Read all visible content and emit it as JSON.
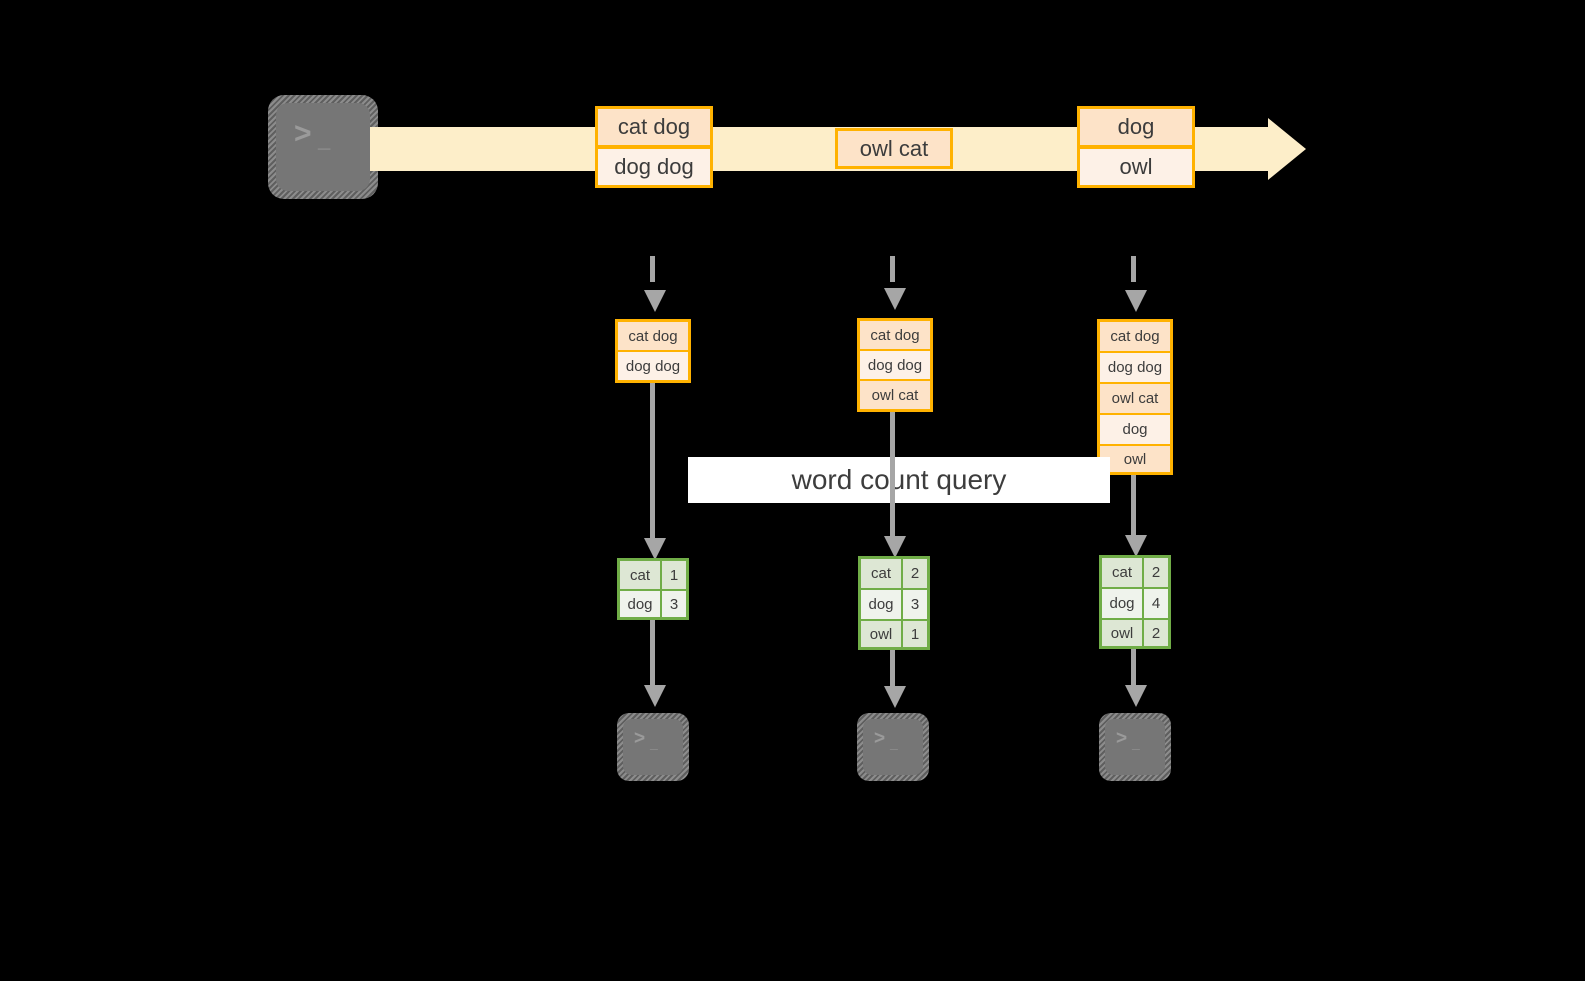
{
  "diagram": {
    "title_label": "word count query",
    "colors": {
      "background": "#000000",
      "stream_fill": "#fdeec9",
      "record_border": "#ffb200",
      "record_fill_dark": "#fde3c8",
      "record_fill_light": "#fdf1e7",
      "table_border": "#70ad47",
      "table_fill_dark": "#dde7d4",
      "table_fill_light": "#eff3ec",
      "connector": "#a6a6a6",
      "terminal_fill": "#767676",
      "label_band": "#ffffff"
    }
  },
  "source_terminal": {
    "icon": "terminal-icon",
    "prompt": ">",
    "cursor": "_"
  },
  "stream": {
    "icon": "stream-arrow-icon",
    "groups": [
      {
        "id": "group-1",
        "records": [
          {
            "text": "cat dog",
            "shade": "dark"
          },
          {
            "text": "dog dog",
            "shade": "light"
          }
        ]
      },
      {
        "id": "group-2",
        "records": [
          {
            "text": "owl cat",
            "shade": "dark"
          }
        ]
      },
      {
        "id": "group-3",
        "records": [
          {
            "text": "dog",
            "shade": "dark"
          },
          {
            "text": "owl",
            "shade": "light"
          }
        ]
      }
    ]
  },
  "snapshots": [
    {
      "id": "snapshot-1",
      "rows": [
        {
          "text": "cat dog",
          "shade": "dark"
        },
        {
          "text": "dog dog",
          "shade": "light"
        }
      ]
    },
    {
      "id": "snapshot-2",
      "rows": [
        {
          "text": "cat dog",
          "shade": "dark"
        },
        {
          "text": "dog dog",
          "shade": "light"
        },
        {
          "text": "owl cat",
          "shade": "dark"
        }
      ]
    },
    {
      "id": "snapshot-3",
      "rows": [
        {
          "text": "cat dog",
          "shade": "dark"
        },
        {
          "text": "dog dog",
          "shade": "light"
        },
        {
          "text": "owl cat",
          "shade": "dark"
        },
        {
          "text": "dog",
          "shade": "light"
        },
        {
          "text": "owl",
          "shade": "dark"
        }
      ]
    }
  ],
  "results": [
    {
      "id": "result-1",
      "rows": [
        {
          "word": "cat",
          "count": "1",
          "shade": "dark"
        },
        {
          "word": "dog",
          "count": "3",
          "shade": "light"
        }
      ]
    },
    {
      "id": "result-2",
      "rows": [
        {
          "word": "cat",
          "count": "2",
          "shade": "dark"
        },
        {
          "word": "dog",
          "count": "3",
          "shade": "light"
        },
        {
          "word": "owl",
          "count": "1",
          "shade": "dark"
        }
      ]
    },
    {
      "id": "result-3",
      "rows": [
        {
          "word": "cat",
          "count": "2",
          "shade": "dark"
        },
        {
          "word": "dog",
          "count": "4",
          "shade": "light"
        },
        {
          "word": "owl",
          "count": "2",
          "shade": "dark"
        }
      ]
    }
  ],
  "sink_terminals": [
    {
      "id": "sink-1",
      "prompt": ">",
      "cursor": "_"
    },
    {
      "id": "sink-2",
      "prompt": ">",
      "cursor": "_"
    },
    {
      "id": "sink-3",
      "prompt": ">",
      "cursor": "_"
    }
  ]
}
